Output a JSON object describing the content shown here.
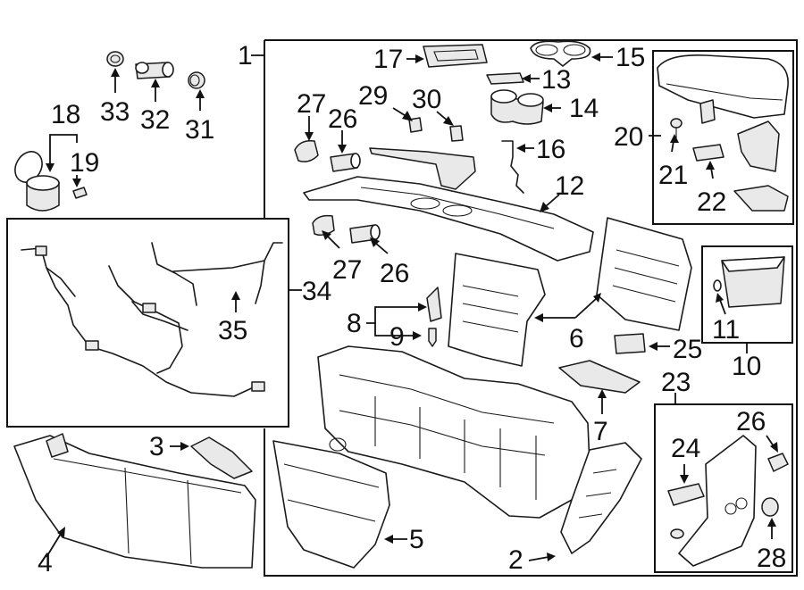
{
  "callouts": {
    "c1": "1",
    "c2": "2",
    "c3": "3",
    "c4": "4",
    "c5": "5",
    "c6": "6",
    "c7": "7",
    "c8": "8",
    "c9": "9",
    "c10": "10",
    "c11": "11",
    "c12": "12",
    "c13": "13",
    "c14": "14",
    "c15": "15",
    "c16": "16",
    "c17": "17",
    "c18": "18",
    "c19": "19",
    "c20": "20",
    "c21": "21",
    "c22": "22",
    "c23": "23",
    "c24": "24",
    "c25": "25",
    "c26a": "26",
    "c26b": "26",
    "c26c": "26",
    "c27a": "27",
    "c27b": "27",
    "c28": "28",
    "c29": "29",
    "c30": "30",
    "c31": "31",
    "c32": "32",
    "c33": "33",
    "c34": "34",
    "c35": "35"
  }
}
